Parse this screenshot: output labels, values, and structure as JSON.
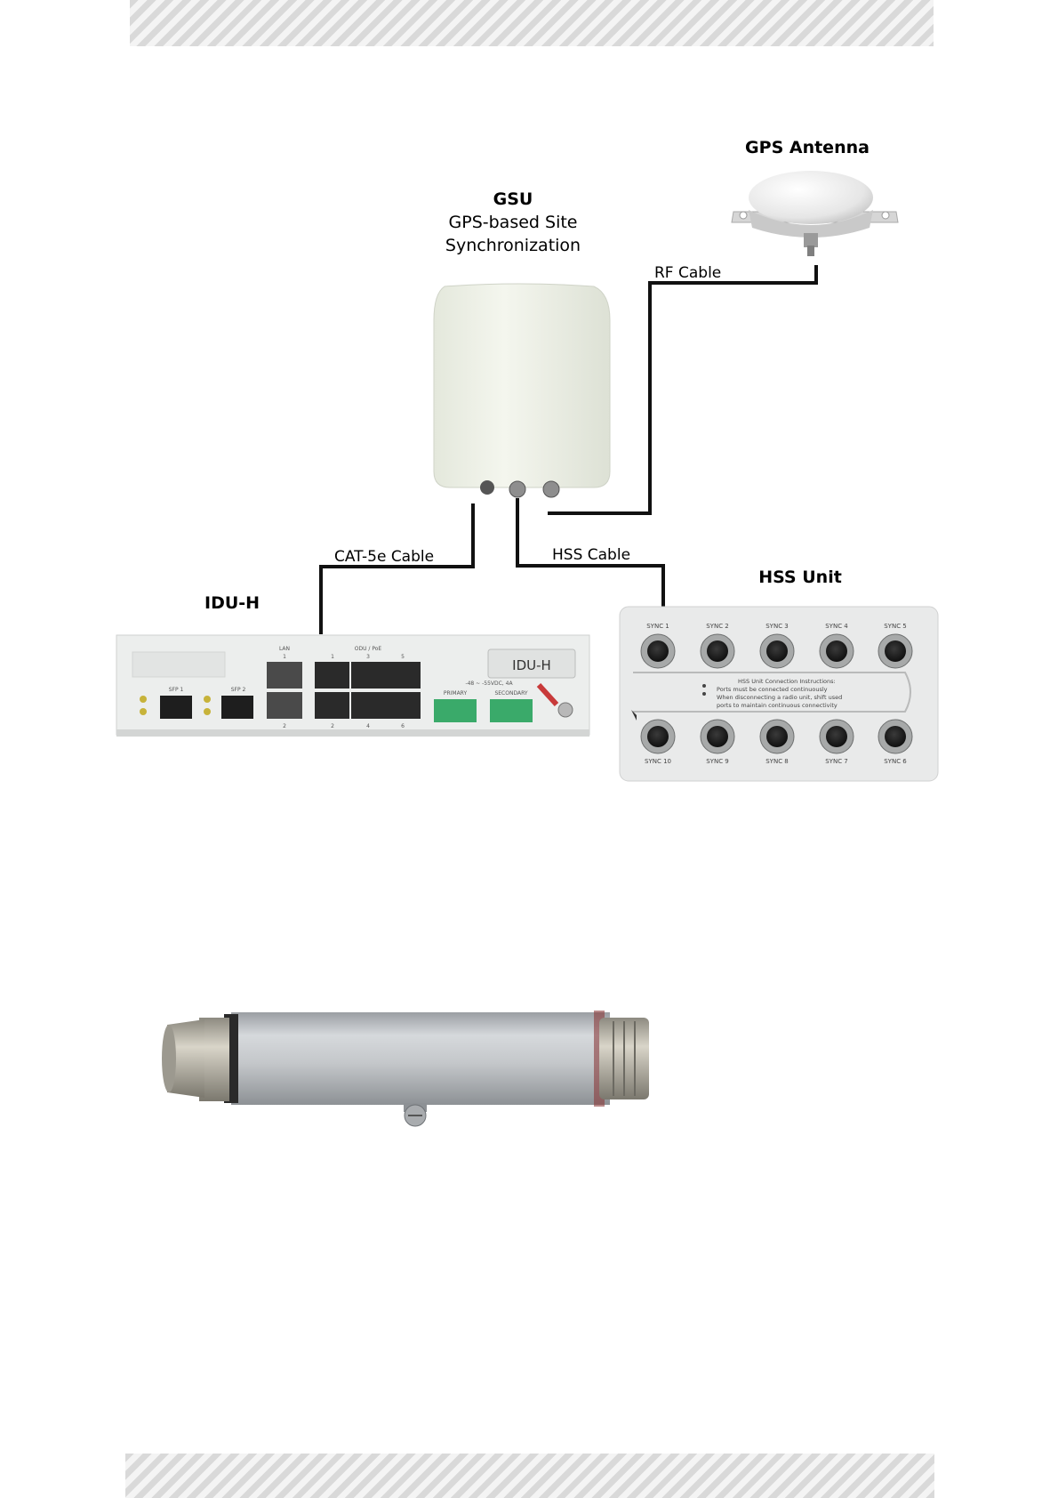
{
  "diagram": {
    "gps_antenna_label": "GPS Antenna",
    "gsu_title": "GSU",
    "gsu_sub1": "GPS-based Site",
    "gsu_sub2": "Synchronization",
    "rf_cable_label": "RF Cable",
    "cat5_cable_label": "CAT-5e Cable",
    "hss_cable_label": "HSS Cable",
    "hss_unit_label": "HSS Unit",
    "idu_label": "IDU-H"
  },
  "idu": {
    "plate_label": "IDU-H",
    "lan_label": "LAN",
    "odu_label": "ODU / PoE",
    "sfp1": "SFP 1",
    "sfp2": "SFP 2",
    "lan_nums": [
      "1",
      "2"
    ],
    "odu_top_nums": [
      "1",
      "3",
      "5"
    ],
    "odu_bottom_nums": [
      "2",
      "4",
      "6"
    ],
    "power_rating": "-48 ~ -55VDC, 4A",
    "primary": "PRIMARY",
    "secondary": "SECONDARY"
  },
  "hss": {
    "top_ports": [
      "SYNC 1",
      "SYNC 2",
      "SYNC 3",
      "SYNC 4",
      "SYNC 5"
    ],
    "bottom_ports": [
      "SYNC 10",
      "SYNC 9",
      "SYNC 8",
      "SYNC 7",
      "SYNC 6"
    ],
    "instr_title": "HSS Unit Connection Instructions:",
    "instr1": "Ports must be connected continuously",
    "instr2a": "When disconnecting a radio unit, shift used",
    "instr2b": "ports to maintain continuous connectivity"
  }
}
